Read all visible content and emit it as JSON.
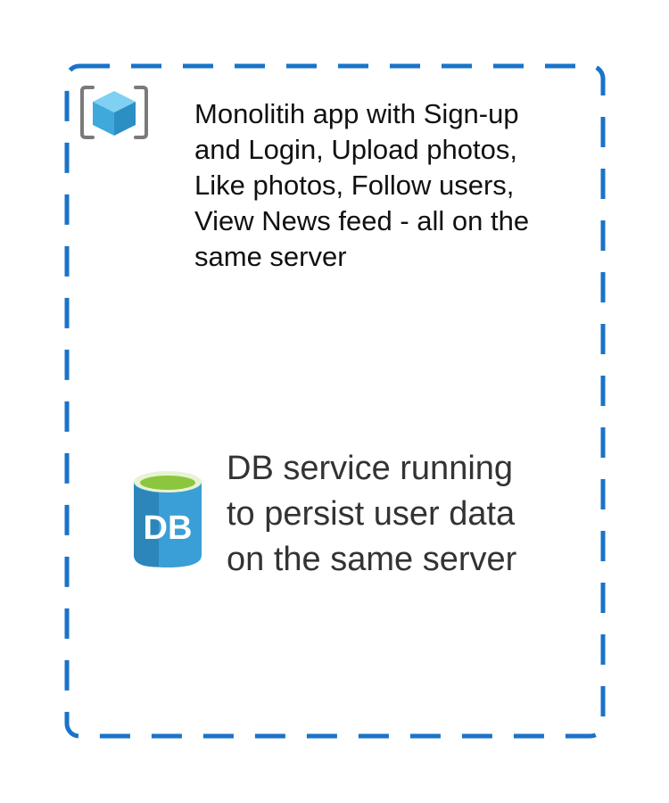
{
  "colors": {
    "boundary": "#1a73c8",
    "app_icon_frame": "#7a7a7a",
    "app_icon_cube": "#3fa9dc",
    "db_body": "#3a9fd6",
    "db_top": "#8cc63f"
  },
  "server": {
    "app_component": {
      "icon": "container-cube-icon",
      "description": "Monolitih app with Sign-up\nand Login, Upload photos,\nLike photos, Follow users,\nView News feed - all on the\nsame server"
    },
    "db_component": {
      "icon": "database-icon",
      "icon_label": "DB",
      "description": "DB service running\nto persist user data\non the same server"
    }
  }
}
